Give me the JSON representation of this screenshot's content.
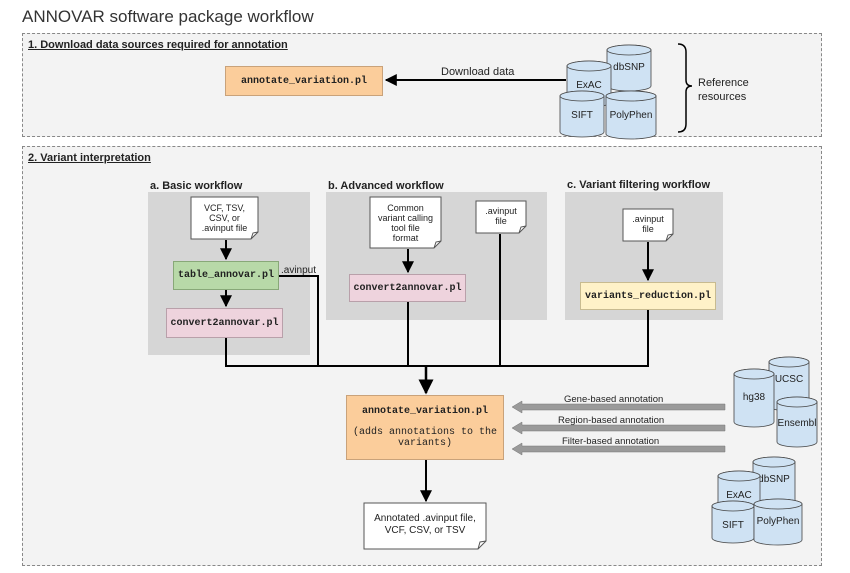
{
  "title": "ANNOVAR software package workflow",
  "section1": {
    "title": "1. Download data sources required for annotation",
    "annotate_box": "annotate_variation.pl",
    "download_label": "Download data",
    "databases": [
      "ExAC",
      "dbSNP",
      "SIFT",
      "PolyPhen"
    ],
    "reference_label_line1": "Reference",
    "reference_label_line2": "resources"
  },
  "section2": {
    "title": "2. Variant interpretation",
    "basic": {
      "title": "a. Basic workflow",
      "doc_lines": [
        "VCF, TSV,",
        "CSV, or",
        ".avinput file"
      ],
      "table_box": "table_annovar.pl",
      "convert_box": "convert2annovar.pl",
      "avinput_label": ".avinput"
    },
    "advanced": {
      "title": "b. Advanced workflow",
      "doc_lines": [
        "Common",
        "variant calling",
        "tool file",
        "format"
      ],
      "avinput_doc_lines": [
        ".avinput",
        "file"
      ],
      "convert_box": "convert2annovar.pl"
    },
    "filtering": {
      "title": "c. Variant filtering workflow",
      "doc_lines": [
        ".avinput",
        "file"
      ],
      "reduction_box": "variants_reduction.pl"
    },
    "center": {
      "box_title": "annotate_variation.pl",
      "box_sub_line1": "(adds annotations to the",
      "box_sub_line2": "variants)"
    },
    "annotations": [
      "Gene-based annotation",
      "Region-based annotation",
      "Filter-based annotation"
    ],
    "genome_dbs": [
      "hg38",
      "UCSC",
      "Ensembl"
    ],
    "variant_dbs": [
      "ExAC",
      "dbSNP",
      "SIFT",
      "PolyPhen"
    ],
    "output_lines": [
      "Annotated .avinput file,",
      "VCF, CSV, or TSV"
    ]
  },
  "colors": {
    "orange": "#fbcd9b",
    "green": "#b8d9a8",
    "pink": "#eed3dd",
    "yellow": "#fff2c8",
    "cylinder": "#cfe2f3"
  }
}
